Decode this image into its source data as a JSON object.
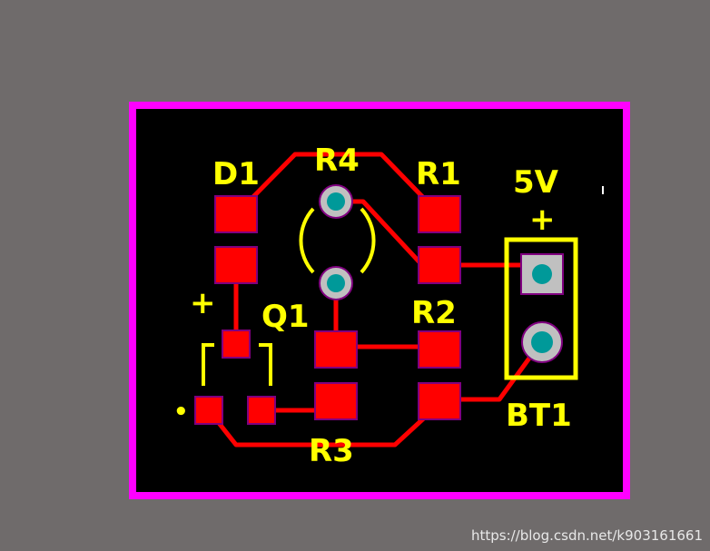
{
  "board": {
    "colors": {
      "background": "#6f6b6b",
      "outline": "#ff00ff",
      "substrate": "#000000",
      "copper": "#ff0000",
      "silkscreen": "#ffff00",
      "via_drill": "#009999",
      "via_ring": "#c0c0c0",
      "pad_edge": "#800080"
    },
    "labels": {
      "d1": "D1",
      "r4": "R4",
      "r1": "R1",
      "r2": "R2",
      "r3": "R3",
      "q1": "Q1",
      "bt1": "BT1",
      "voltage": "5V",
      "plus_bt": "+",
      "plus_d": "+",
      "dot": "•"
    }
  },
  "watermark": "https://blog.csdn.net/k903161661"
}
